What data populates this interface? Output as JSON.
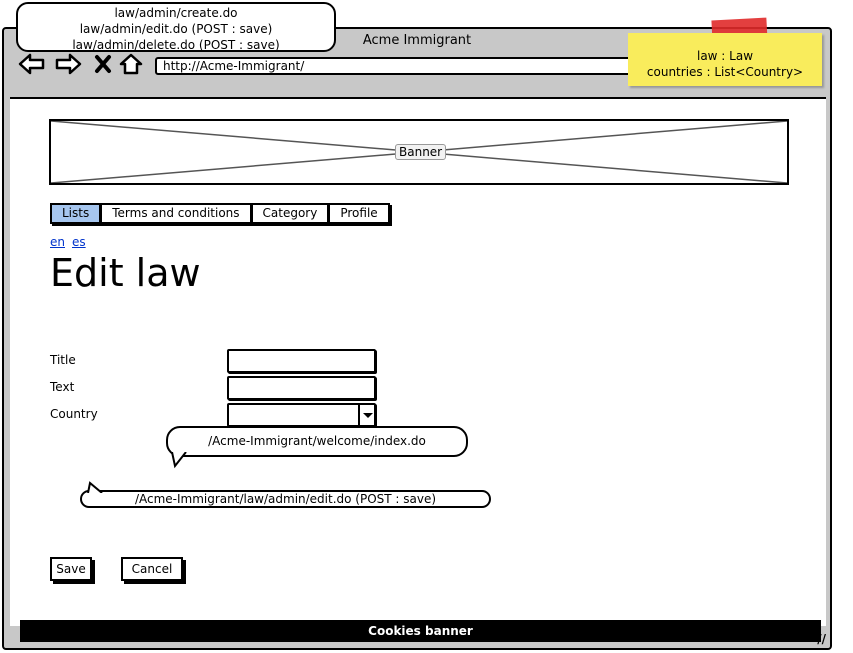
{
  "window": {
    "title": "Acme Immigrant",
    "url": "http://Acme-Immigrant/"
  },
  "icons": [
    "back-arrow-icon",
    "forward-arrow-icon",
    "close-icon",
    "home-icon",
    "resize-grip-icon"
  ],
  "banner": {
    "label": "Banner"
  },
  "tabs": [
    {
      "label": "Lists",
      "active": true
    },
    {
      "label": "Terms and conditions",
      "active": false
    },
    {
      "label": "Category",
      "active": false
    },
    {
      "label": "Profile",
      "active": false
    }
  ],
  "languages": [
    "en",
    "es"
  ],
  "page": {
    "title": "Edit law"
  },
  "form": {
    "fields": [
      {
        "label": "Title",
        "value": ""
      },
      {
        "label": "Text",
        "value": ""
      },
      {
        "label": "Country",
        "value": ""
      }
    ],
    "save_label": "Save",
    "cancel_label": "Cancel"
  },
  "cookies": {
    "label": "Cookies banner"
  },
  "annotations": {
    "top_bubble": [
      "law/admin/create.do",
      "law/admin/edit.do (POST : save)",
      "law/admin/delete.do (POST : save)"
    ],
    "sticky_note": [
      "law : Law",
      "countries : List<Country>"
    ],
    "cancel_bubble": "/Acme-Immigrant/welcome/index.do",
    "save_bubble": "/Acme-Immigrant/law/admin/edit.do (POST : save)"
  },
  "colors": {
    "active_tab": "#a6c6ef",
    "sticky_note": "#f9ec5c",
    "tape": "#e02a2a",
    "link": "#0033cc"
  }
}
